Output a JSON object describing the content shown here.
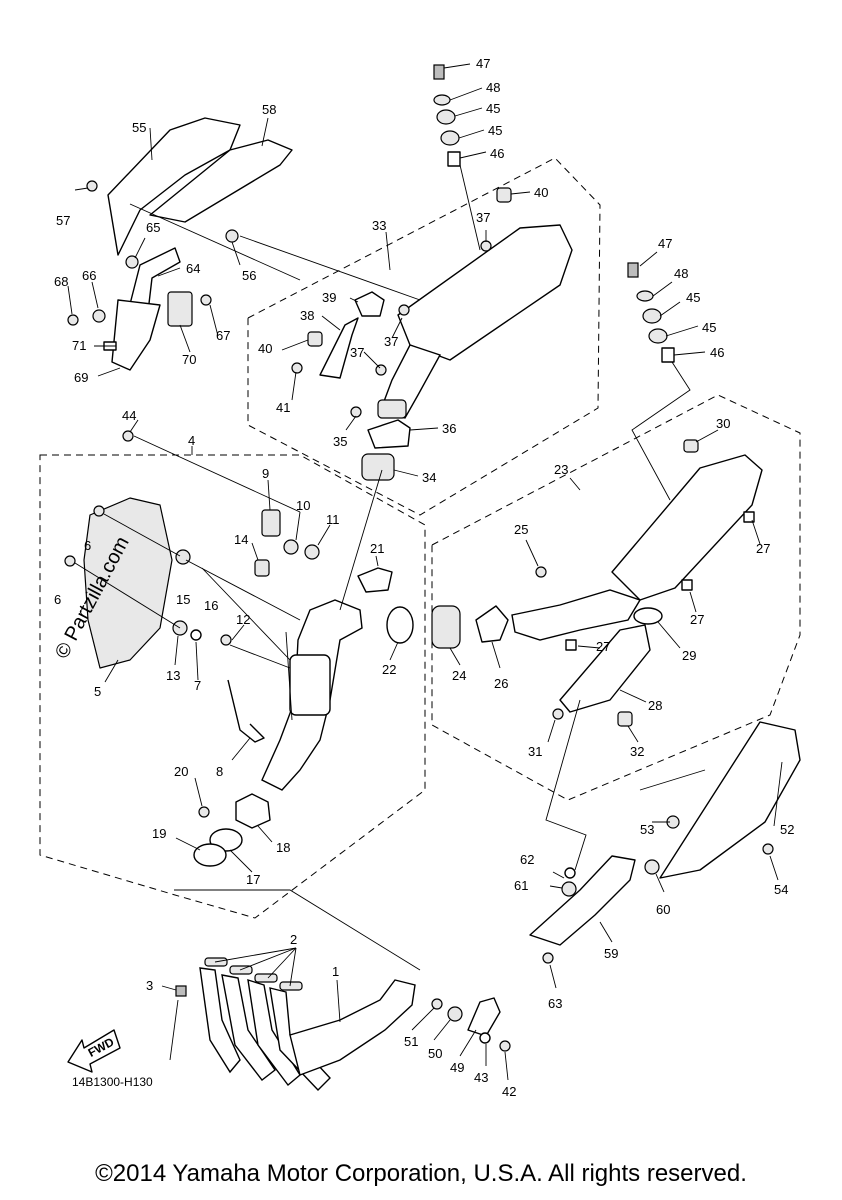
{
  "diagram": {
    "code": "14B1300-H130",
    "watermark": "© Partzilla.com",
    "fwd_label": "FWD",
    "copyright": "©2014 Yamaha Motor Corporation, U.S.A. All rights reserved."
  },
  "callouts": {
    "n1": "1",
    "n2": "2",
    "n3": "3",
    "n4": "4",
    "n5": "5",
    "n6a": "6",
    "n6b": "6",
    "n7": "7",
    "n8": "8",
    "n9": "9",
    "n10": "10",
    "n11": "11",
    "n12": "12",
    "n13": "13",
    "n14": "14",
    "n15": "15",
    "n16": "16",
    "n17": "17",
    "n18": "18",
    "n19": "19",
    "n20": "20",
    "n21": "21",
    "n22": "22",
    "n23": "23",
    "n24": "24",
    "n25": "25",
    "n26": "26",
    "n27a": "27",
    "n27b": "27",
    "n27c": "27",
    "n28": "28",
    "n29": "29",
    "n30": "30",
    "n31": "31",
    "n32": "32",
    "n33": "33",
    "n34": "34",
    "n35": "35",
    "n36": "36",
    "n37a": "37",
    "n37b": "37",
    "n37c": "37",
    "n38": "38",
    "n39": "39",
    "n40a": "40",
    "n40b": "40",
    "n41": "41",
    "n42": "42",
    "n43": "43",
    "n44": "44",
    "n45a": "45",
    "n45b": "45",
    "n45c": "45",
    "n45d": "45",
    "n46a": "46",
    "n46b": "46",
    "n47a": "47",
    "n47b": "47",
    "n48a": "48",
    "n48b": "48",
    "n49": "49",
    "n50": "50",
    "n51": "51",
    "n52": "52",
    "n53": "53",
    "n54": "54",
    "n55": "55",
    "n56": "56",
    "n57": "57",
    "n58": "58",
    "n59": "59",
    "n60": "60",
    "n61": "61",
    "n62": "62",
    "n63": "63",
    "n64": "64",
    "n65": "65",
    "n66": "66",
    "n67": "67",
    "n68": "68",
    "n69": "69",
    "n70": "70",
    "n71": "71"
  }
}
